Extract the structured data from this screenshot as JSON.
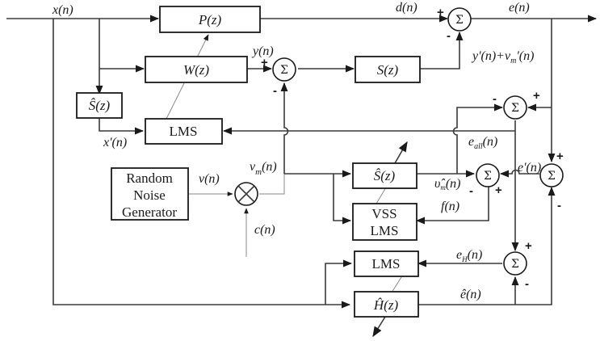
{
  "diagram": {
    "type": "block-diagram",
    "subject": "Active noise control with online secondary path modeling",
    "blocks": {
      "P": "P(z)",
      "W": "W(z)",
      "S": "S(z)",
      "Shat_left": "Ŝ(z)",
      "LMS_main": "LMS",
      "noise_gen": [
        "Random",
        "Noise",
        "Generator"
      ],
      "Shat_right": "Ŝ(z)",
      "VSS_LMS": [
        "VSS",
        "LMS"
      ],
      "LMS_H": "LMS",
      "Hhat": "Ĥ(z)"
    },
    "signals": {
      "x": "x(n)",
      "d": "d(n)",
      "e": "e(n)",
      "y": "y(n)",
      "yprime_vm": "y'(n)+v",
      "yprime_vm_sub": "m",
      "yprime_vm_tail": "'(n)",
      "xprime": "x'(n)",
      "v": "v(n)",
      "vm": "v",
      "vm_sub": "m",
      "vm_tail": "(n)",
      "c": "c(n)",
      "eall": "e",
      "eall_sub": "all",
      "eall_tail": "(n)",
      "eprime": "e'(n)",
      "vmhat": "υ̂",
      "vmhat_sub": "m",
      "vmhat_tail": "(n)",
      "f": "f(n)",
      "eH": "e",
      "eH_sub": "H",
      "eH_tail": "(n)",
      "ehat": "ê(n)"
    },
    "summers": {
      "symbol": "Σ",
      "multiplier_symbol": "×"
    },
    "signs": {
      "plus": "+",
      "minus": "-"
    }
  }
}
